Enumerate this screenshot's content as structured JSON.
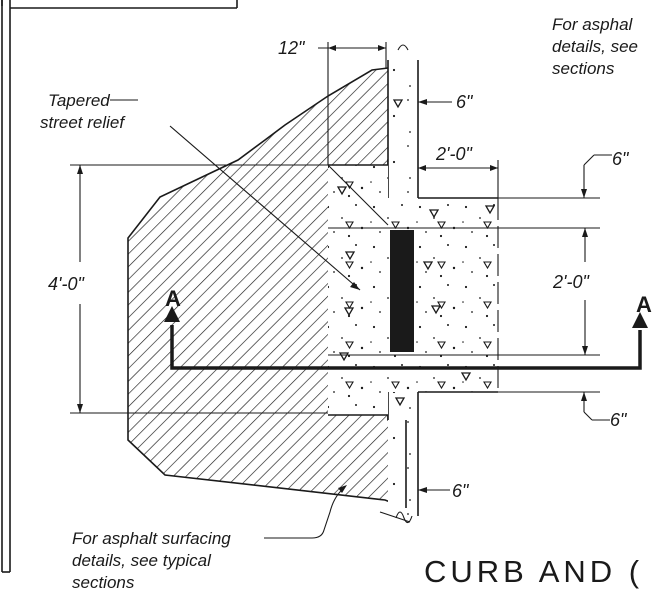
{
  "drawing": {
    "title": "CURB AND (",
    "labels": {
      "tapered_line1": "Tapered",
      "tapered_line2": "street relief",
      "note_top_line1": "For asphal",
      "note_top_line2": "details, see",
      "note_top_line3": "sections",
      "note_bottom_line1": "For asphalt surfacing",
      "note_bottom_line2": "details, see typical",
      "note_bottom_line3": "sections"
    },
    "dimensions": {
      "dim_12in": "12\"",
      "dim_6in_top": "6\"",
      "dim_2ft_top": "2'-0\"",
      "dim_6in_right_top": "6\"",
      "dim_4ft": "4'-0\"",
      "dim_2ft_right": "2'-0\"",
      "dim_6in_right_bottom": "6\"",
      "dim_6in_bottom": "6\""
    },
    "section_marks": {
      "left": "A",
      "right": "A"
    }
  }
}
